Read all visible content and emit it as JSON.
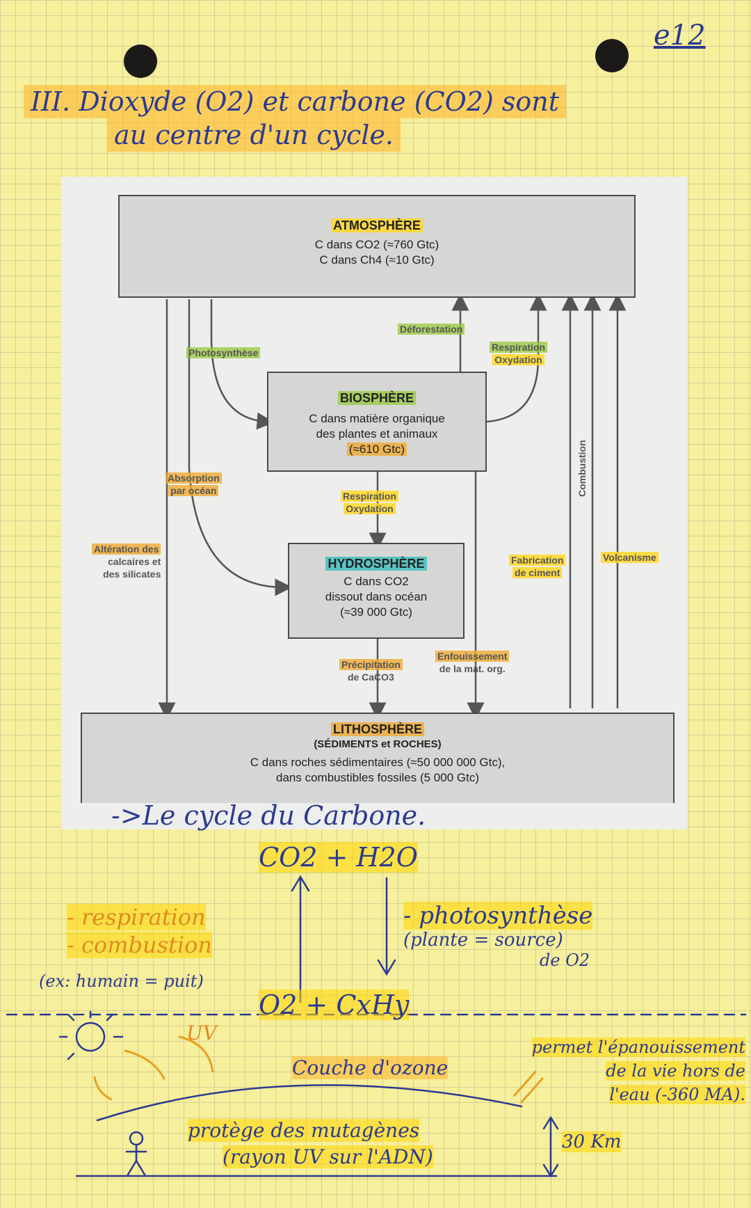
{
  "page_number": "e12",
  "heading": {
    "line1": "III. Dioxyde (O2) et carbone (CO2) sont",
    "line2": "au centre d'un cycle."
  },
  "diagram": {
    "atmosphere": {
      "title": "ATMOSPHÈRE",
      "line1": "C dans CO2 (≈760 Gtc)",
      "line2": "C dans Ch4 (≈10 Gtc)"
    },
    "biosphere": {
      "title": "BIOSPHÈRE",
      "line1": "C dans matière organique",
      "line2": "des plantes et animaux",
      "line3": "(≈610 Gtc)"
    },
    "hydrosphere": {
      "title": "HYDROSPHÈRE",
      "line1": "C dans CO2",
      "line2": "dissout dans océan",
      "line3": "(≈39 000 Gtc)"
    },
    "lithosphere": {
      "title": "LITHOSPHÈRE",
      "line1": "(SÉDIMENTS et ROCHES)",
      "line2": "C dans roches sédimentaires (≈50 000 000 Gtc),",
      "line3": "dans combustibles fossiles (5 000 Gtc)"
    },
    "labels": {
      "photosynthese": "Photosynthèse",
      "deforestation": "Déforestation",
      "respiration_top_1": "Respiration",
      "respiration_top_2": "Oxydation",
      "absorption_1": "Absorption",
      "absorption_2": "par océan",
      "respiration_mid_1": "Respiration",
      "respiration_mid_2": "Oxydation",
      "alteration_1": "Altération des",
      "alteration_2": "calcaires et",
      "alteration_3": "des silicates",
      "combustion": "Combustion",
      "fabrication_1": "Fabrication",
      "fabrication_2": "de ciment",
      "volcanisme": "Volcanisme",
      "precipitation_1": "Précipitation",
      "precipitation_2": "de CaCO3",
      "enfouissement_1": "Enfouissement",
      "enfouissement_2": "de la mat. org."
    }
  },
  "caption": "->Le cycle du Carbone.",
  "notes": {
    "co2_h2o": "CO2 + H2O",
    "respiration": "- respiration",
    "combustion": "- combustion",
    "ex_humain": "(ex: humain = puit)",
    "photosynthese": "- photosynthèse",
    "plante_source": "(plante = source)",
    "de_o2": "de O2",
    "o2_cxhy": "O2 + CxHy",
    "uv": "UV",
    "couche_ozone": "Couche d'ozone",
    "permet_1": "permet l'épanouissement",
    "permet_2": "de la vie hors de",
    "permet_3": "l'eau (-360 MA).",
    "protege_1": "protège des mutagènes",
    "protege_2": "(rayon UV sur l'ADN)",
    "distance": "30 Km"
  },
  "colors": {
    "paper": "#f6ef9c",
    "highlight_yellow": "#ffd600",
    "highlight_orange": "#ffb228",
    "ink": "#2b3a8f"
  }
}
